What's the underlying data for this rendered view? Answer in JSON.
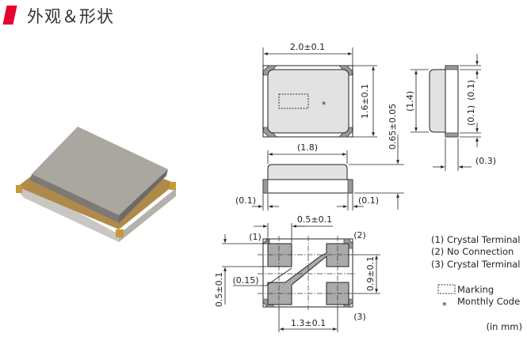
{
  "header": {
    "title": "外观＆形状",
    "accent_color": "#e60033"
  },
  "top_view": {
    "width_dim": "2.0±0.1",
    "height_dim": "1.6±0.1",
    "monthly_code_symbol": "*"
  },
  "side_view": {
    "lid_width": "(1.8)",
    "height_dim": "0.65±0.05",
    "left_offset": "(0.1)",
    "right_offset": "(0.1)"
  },
  "end_view": {
    "lid_height": "(1.4)",
    "top_offset": "(0.1)",
    "bottom_offset": "(0.1)",
    "thickness": "(0.3)"
  },
  "bottom_view": {
    "pad_width": "0.5±0.1",
    "pad_height": "0.5±0.1",
    "trace_width": "(0.15)",
    "pad_pitch_v": "0.9±0.1",
    "pad_pitch_h": "1.3±0.1",
    "pin1": "(1)",
    "pin2": "(2)",
    "pin3": "(3)"
  },
  "legend": {
    "items": [
      "(1) Crystal Terminal",
      "(2) No Connection",
      "(3) Crystal Terminal"
    ],
    "marking": "Marking",
    "monthly_code_symbol": "*",
    "monthly_code": "Monthly Code",
    "unit": "(in mm)"
  }
}
